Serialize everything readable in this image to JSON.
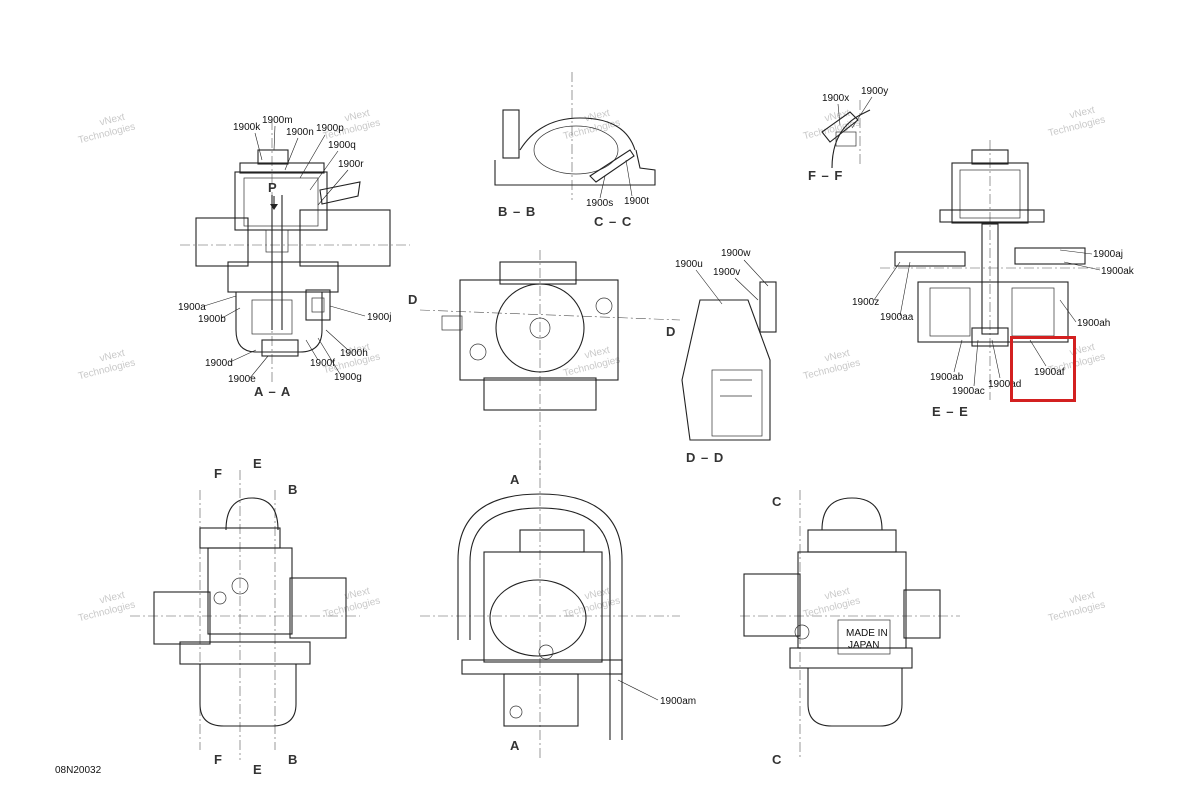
{
  "drawing_code": "08N20032",
  "watermark_text": [
    "vNext",
    "Technologies"
  ],
  "highlight_color": "#d32020",
  "section_labels": {
    "aa": "A – A",
    "bb": "B – B",
    "cc": "C – C",
    "dd": "D – D",
    "ee": "E – E",
    "ff": "F – F",
    "a": "A",
    "b": "B",
    "c": "C",
    "d": "D",
    "e": "E",
    "f": "F",
    "p": "P"
  },
  "callouts": {
    "c1900a": "1900a",
    "c1900b": "1900b",
    "c1900d": "1900d",
    "c1900e": "1900e",
    "c1900f": "1900f",
    "c1900g": "1900g",
    "c1900h": "1900h",
    "c1900j": "1900j",
    "c1900k": "1900k",
    "c1900m": "1900m",
    "c1900n": "1900n",
    "c1900p": "1900p",
    "c1900q": "1900q",
    "c1900r": "1900r",
    "c1900s": "1900s",
    "c1900t": "1900t",
    "c1900u": "1900u",
    "c1900v": "1900v",
    "c1900w": "1900w",
    "c1900x": "1900x",
    "c1900y": "1900y",
    "c1900z": "1900z",
    "c1900aa": "1900aa",
    "c1900ab": "1900ab",
    "c1900ac": "1900ac",
    "c1900ad": "1900ad",
    "c1900af": "1900af",
    "c1900ah": "1900ah",
    "c1900aj": "1900aj",
    "c1900ak": "1900ak",
    "c1900am": "1900am"
  },
  "body_stamp": [
    "MADE IN",
    "JAPAN"
  ]
}
